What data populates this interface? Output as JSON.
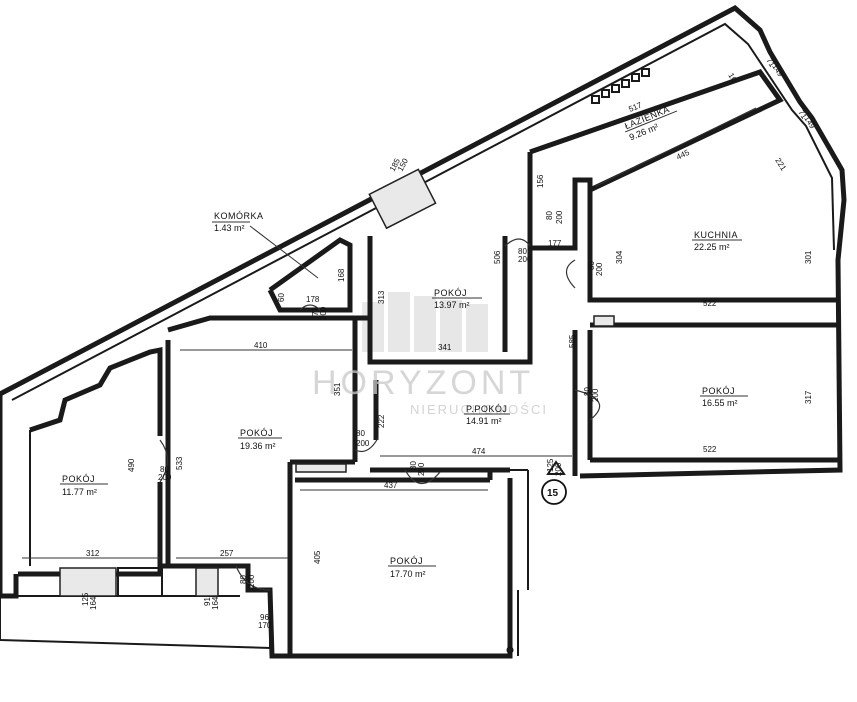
{
  "rooms": {
    "komorka": {
      "name": "KOMÓRKA",
      "area": "1.43 m²"
    },
    "lazienka": {
      "name": "ŁAZIENKA",
      "area": "9.26 m²"
    },
    "pokoj_a": {
      "name": "POKÓJ",
      "area": "13.97 m²"
    },
    "kuchnia": {
      "name": "KUCHNIA",
      "area": "22.25 m²"
    },
    "pokoj_b": {
      "name": "POKÓJ",
      "area": "16.55 m²"
    },
    "p_pokoj": {
      "name": "P.POKÓJ",
      "area": "14.91 m²"
    },
    "pokoj_c": {
      "name": "POKÓJ",
      "area": "19.36 m²"
    },
    "pokoj_d": {
      "name": "POKÓJ",
      "area": "11.77 m²"
    },
    "pokoj_e": {
      "name": "POKÓJ",
      "area": "17.70 m²"
    }
  },
  "dimensions": {
    "d517": "517",
    "d445": "445",
    "d221": "221",
    "d16": "16",
    "d71_149_a": "71",
    "d149_a": "149",
    "d71_149_b": "71",
    "d149_b": "149",
    "d156": "156",
    "d80_200_a": "80",
    "d200_a": "200",
    "d177": "177",
    "d506": "506",
    "d80_200_b": "80",
    "d200_b": "200",
    "d304": "304",
    "d301": "301",
    "d80_200_c": "80",
    "d200_c": "200",
    "d522_a": "522",
    "d585": "585",
    "d80_200_d": "80",
    "d200_d": "200",
    "d317": "317",
    "d522_b": "522",
    "d168": "168",
    "d178": "178",
    "d60": "60",
    "d70_200": "70",
    "d200_e": "200",
    "d313": "313",
    "d341": "341",
    "d410": "410",
    "d351": "351",
    "d222": "222",
    "d80_200_f": "80",
    "d200_f": "200",
    "d474": "474",
    "d80_200_g": "80",
    "d200_g": "200",
    "d125_200": "125",
    "d200_h": "200",
    "d490": "490",
    "d533": "533",
    "d80_200_i": "80",
    "d200_i": "200",
    "d437": "437",
    "d405": "405",
    "d312": "312",
    "d257": "257",
    "d80_200_j": "80",
    "d200_j": "200",
    "d96": "96",
    "d170": "170",
    "d125_164": "125",
    "d164": "164",
    "d91_164": "91",
    "d164_b": "164",
    "d185": "185",
    "d150": "150"
  },
  "marker": {
    "number": "15"
  },
  "watermark": {
    "brand": "HORYZONT",
    "sub": "NIERUCHOMOŚCI"
  },
  "colors": {
    "ink": "#1a1a1a",
    "watermark": "#c9c9c9",
    "hatch": "#e9e9e9"
  }
}
